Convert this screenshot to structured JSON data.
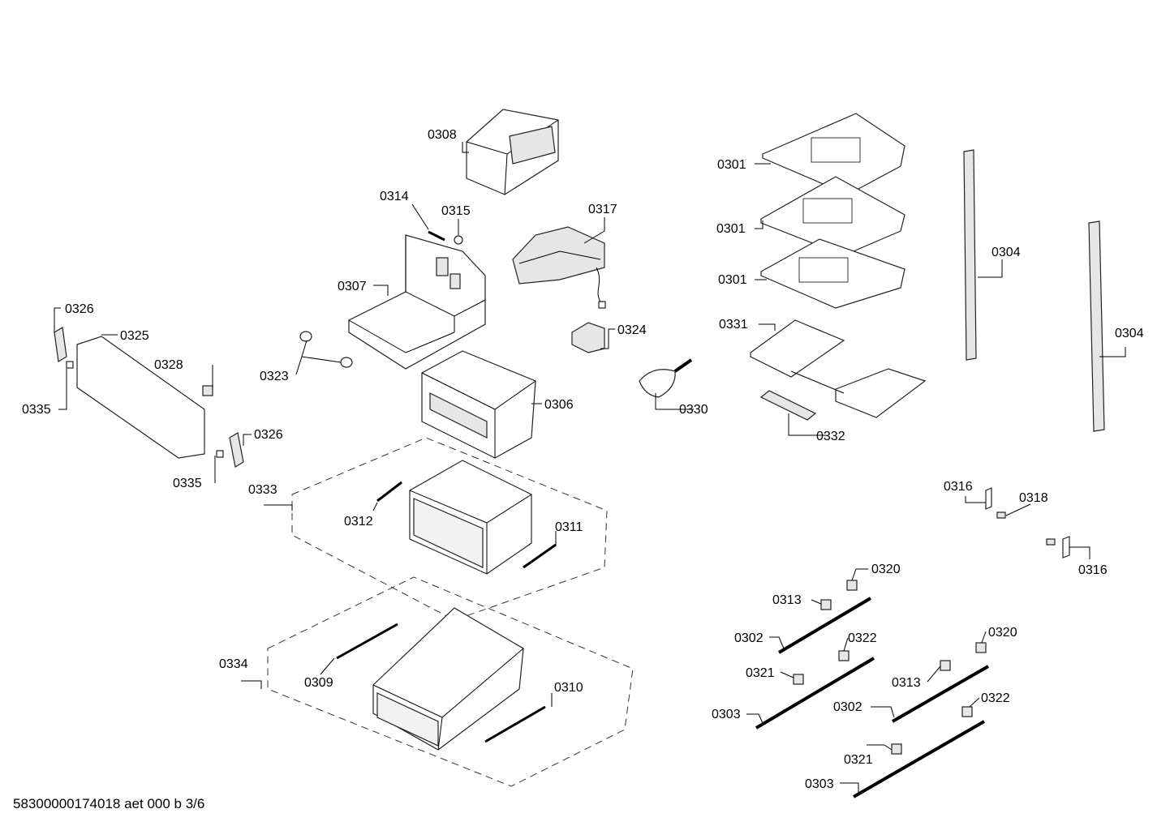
{
  "labels": {
    "l0308": "0308",
    "l0314": "0314",
    "l0315": "0315",
    "l0317": "0317",
    "l0307": "0307",
    "l0326a": "0326",
    "l0325": "0325",
    "l0328": "0328",
    "l0335a": "0335",
    "l0323": "0323",
    "l0324": "0324",
    "l0306": "0306",
    "l0330": "0330",
    "l0326b": "0326",
    "l0335b": "0335",
    "l0333": "0333",
    "l0312": "0312",
    "l0311": "0311",
    "l0334": "0334",
    "l0309": "0309",
    "l0310": "0310",
    "l0301a": "0301",
    "l0301b": "0301",
    "l0301c": "0301",
    "l0331": "0331",
    "l0332": "0332",
    "l0304a": "0304",
    "l0304b": "0304",
    "l0316a": "0316",
    "l0318": "0318",
    "l0316b": "0316",
    "l0320a": "0320",
    "l0313a": "0313",
    "l0302a": "0302",
    "l0322a": "0322",
    "l0321a": "0321",
    "l0303a": "0303",
    "l0313b": "0313",
    "l0320b": "0320",
    "l0302b": "0302",
    "l0322b": "0322",
    "l0321b": "0321",
    "l0303b": "0303"
  },
  "footer": {
    "text": "58300000174018 aet 000 b 3/6"
  }
}
